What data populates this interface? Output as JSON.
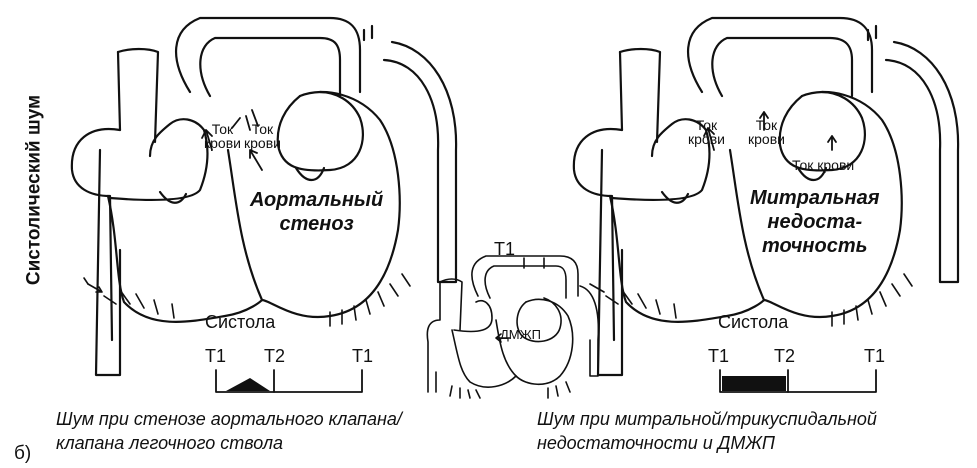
{
  "side_title": "Систолический шум",
  "left": {
    "flow_label_1": "Ток\nкрови",
    "flow_label_2": "Ток\nкрови",
    "title": "Аортальный\nстеноз",
    "phase_label": "Систола",
    "timeline": {
      "t1_left": "T1",
      "t2": "T2",
      "t1_right": "T1"
    },
    "caption_line1": "Шум при стенозе аортального клапана/",
    "caption_line2": "клапана легочного ствола"
  },
  "right": {
    "flow_label_1": "Ток\nкрови",
    "flow_label_2": "Ток\nкрови",
    "flow_label_3": "Ток крови",
    "title": "Митральная\nнедоста-\nточность",
    "phase_label": "Систола",
    "timeline": {
      "t1_left": "T1",
      "t2": "T2",
      "t1_right": "T1"
    },
    "caption_line1": "Шум при митральной/трикуспидальной",
    "caption_line2": "недостаточности и ДМЖП"
  },
  "middle": {
    "t1": "T1",
    "vsd_label": "ДМЖП"
  },
  "panel_marker": "б)"
}
